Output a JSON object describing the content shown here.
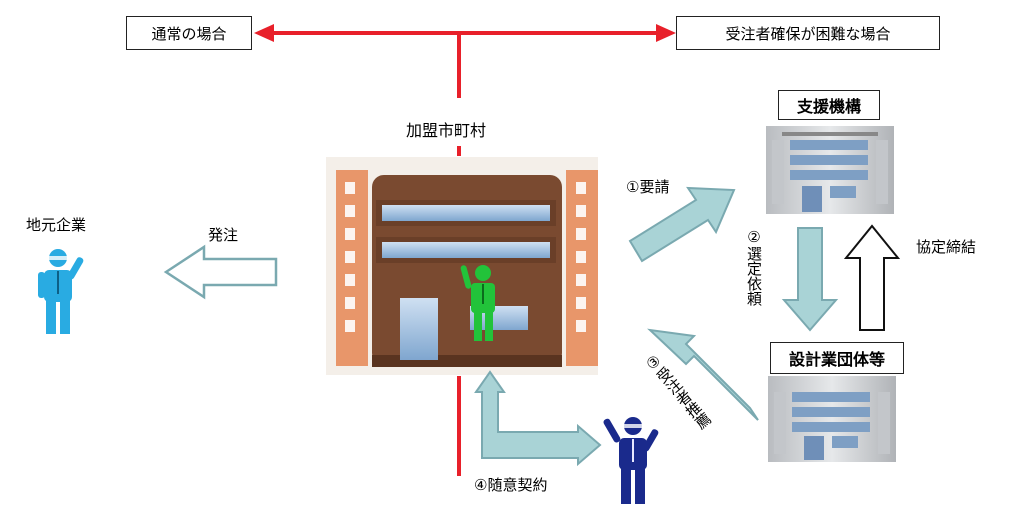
{
  "normal_case_label": "通常の場合",
  "difficult_case_label": "受注者確保が困難な場合",
  "municipality_label": "加盟市町村",
  "support_org_label": "支援機構",
  "design_assoc_label": "設計業団体等",
  "local_company_label": "地元企業",
  "order_label": "発注",
  "step1_label": "①要請",
  "step2_label": "②選定依頼",
  "agreement_label": "協定締結",
  "step3_label": "③受注者推薦",
  "step4_label": "④随意契約",
  "colors": {
    "red_line": "#e8202a",
    "arrow_fill": "#a9d3d6",
    "arrow_stroke": "#7aa9b0",
    "local_person": "#29abe2",
    "official_person": "#22c33a",
    "recommended_person": "#1a2a8c",
    "building_brown": "#7a4a30",
    "building_orange": "#e8966a"
  }
}
